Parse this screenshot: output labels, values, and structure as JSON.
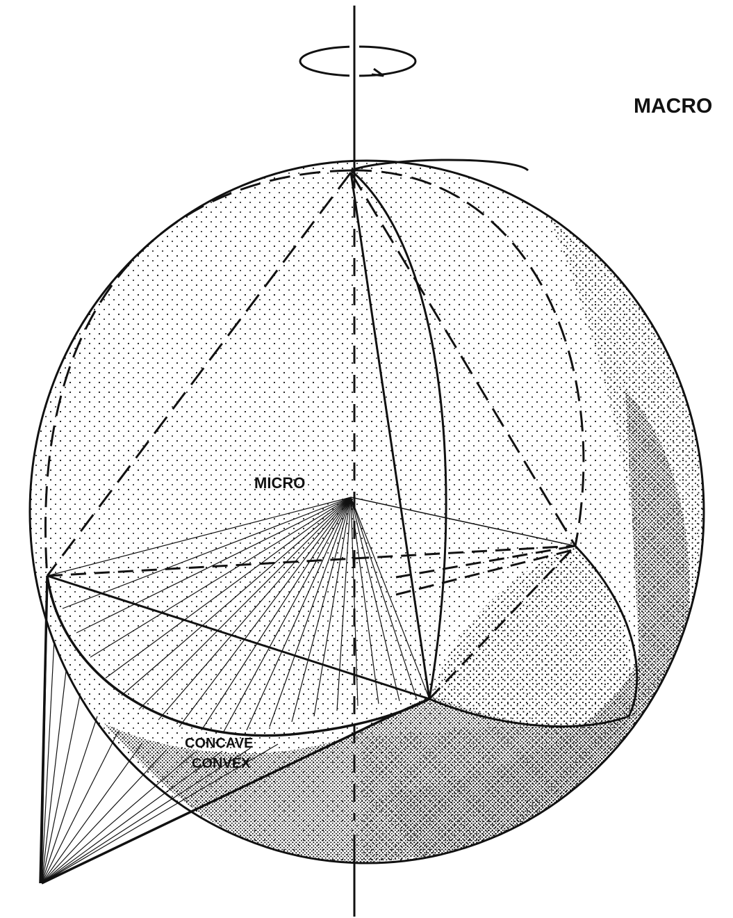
{
  "labels": {
    "macro": "MACRO",
    "micro": "MICRO",
    "concave": "CONCAVE",
    "convex": "CONVEX"
  },
  "colors": {
    "ink": "#111111",
    "paper": "#ffffff"
  }
}
